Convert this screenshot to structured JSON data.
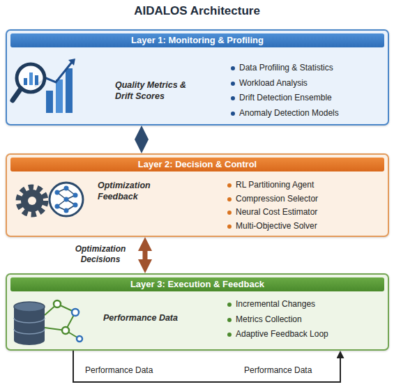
{
  "diagram": {
    "title": "AIDALOS Architecture",
    "nodes": [
      {
        "text": [
          "Layer 1: Monitoring & Profiling",
          "Quality Metrics & Drift Scores",
          "Data Profiling & Statistics",
          "Workload Analysis",
          "Drift Detection Ensemble",
          "Anomaly Detection Models"
        ]
      },
      {
        "text": [
          "Layer 2: Decision & Control",
          "Optimization Feedback",
          "RL Partitioning Agent",
          "Compression Selector",
          "Neural Cost Estimator",
          "Multi-Objective Solver"
        ]
      },
      {
        "text": [
          "Layer 3: Execution & Feedback",
          "Performance Data",
          "Incremental Changes",
          "Metrics Collection",
          "Adaptive Feedback Loop"
        ]
      }
    ],
    "edges": [
      {
        "from": 0,
        "to": 1,
        "arrow": "both"
      },
      {
        "from": 1,
        "to": 2,
        "arrow": "both",
        "label": "Optimization Decisions"
      },
      {
        "from": 2,
        "to": 2,
        "arrow": "to"
      }
    ],
    "labels": [
      "Performance Data",
      "Performance Data"
    ]
  }
}
